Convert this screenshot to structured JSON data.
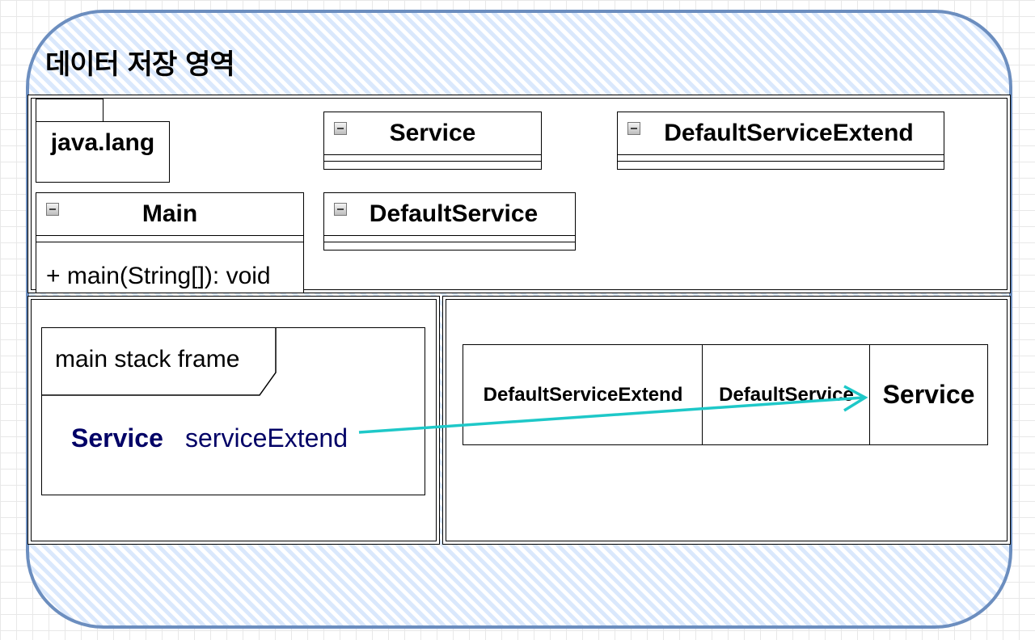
{
  "area": {
    "title": "데이터 저장 영역"
  },
  "method_area": {
    "package": {
      "name": "java.lang"
    },
    "classes": [
      {
        "name": "Service",
        "methods": []
      },
      {
        "name": "DefaultServiceExtend",
        "methods": []
      },
      {
        "name": "Main",
        "methods": [
          "+ main(String[]): void"
        ]
      },
      {
        "name": "DefaultService",
        "methods": []
      }
    ]
  },
  "stack_area": {
    "frame_label": "main stack frame",
    "variable": {
      "type": "Service",
      "name": "serviceExtend"
    }
  },
  "heap_area": {
    "object_parts": [
      "DefaultServiceExtend",
      "DefaultService",
      "Service"
    ]
  },
  "colors": {
    "area_border": "#6c8ebf",
    "area_fill": "#dae8fc",
    "variable_text": "#000066",
    "reference_arrow": "#1ec8c8"
  }
}
